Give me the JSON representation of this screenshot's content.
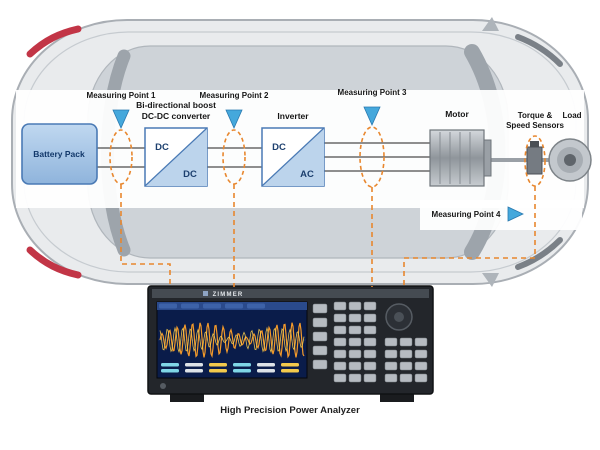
{
  "components": {
    "battery_label": "Battery Pack",
    "converter_label_line1": "Bi-directional boost",
    "converter_label_line2": "DC-DC converter",
    "converter_top": "DC",
    "converter_bottom": "DC",
    "inverter_label": "Inverter",
    "inverter_top": "DC",
    "inverter_bottom": "AC",
    "motor_label": "Motor",
    "sensors_label_line1": "Torque &",
    "sensors_label_line2": "Speed Sensors",
    "load_label": "Load"
  },
  "measuring_points": {
    "mp1": "Measuring Point 1",
    "mp2": "Measuring Point 2",
    "mp3": "Measuring Point 3",
    "mp4": "Measuring Point 4"
  },
  "analyzer": {
    "brand": "ZIMMER",
    "caption": "High Precision Power Analyzer"
  },
  "colors": {
    "accent_orange": "#E8872E",
    "marker_blue": "#45A8DC",
    "component_blue": "#4a7ab5",
    "battery_fill": "#a9c6e4",
    "screen_blue": "#0a1c4a",
    "waveform_orange": "#f49a2a"
  }
}
